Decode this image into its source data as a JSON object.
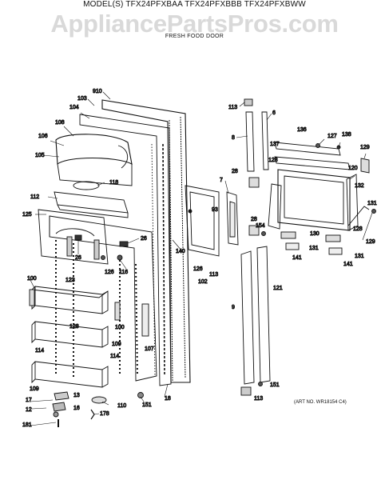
{
  "header": {
    "models": "MODEL(S) TFX24PFXBAA  TFX24PFXBBB  TFX24PFXBWW",
    "watermark": "AppliancePartsPros.com",
    "section_title": "FRESH FOOD DOOR"
  },
  "art_number": "(ART NO. WR18154 C4)",
  "callouts": [
    {
      "id": "c910",
      "text": "910"
    },
    {
      "id": "c103",
      "text": "103"
    },
    {
      "id": "c104",
      "text": "104"
    },
    {
      "id": "c108",
      "text": "108"
    },
    {
      "id": "c106",
      "text": "106"
    },
    {
      "id": "c105",
      "text": "105"
    },
    {
      "id": "c118",
      "text": "118"
    },
    {
      "id": "c112",
      "text": "112"
    },
    {
      "id": "c125",
      "text": "125"
    },
    {
      "id": "c26a",
      "text": "26"
    },
    {
      "id": "c26b",
      "text": "26"
    },
    {
      "id": "c126a",
      "text": "126"
    },
    {
      "id": "c116",
      "text": "116"
    },
    {
      "id": "c100a",
      "text": "100"
    },
    {
      "id": "c123",
      "text": "123"
    },
    {
      "id": "c128a",
      "text": "128"
    },
    {
      "id": "c100b",
      "text": "100"
    },
    {
      "id": "c109a",
      "text": "109"
    },
    {
      "id": "c114a",
      "text": "114"
    },
    {
      "id": "c114b",
      "text": "114"
    },
    {
      "id": "c107",
      "text": "107"
    },
    {
      "id": "c109b",
      "text": "109"
    },
    {
      "id": "c13",
      "text": "13"
    },
    {
      "id": "c17",
      "text": "17"
    },
    {
      "id": "c16",
      "text": "16"
    },
    {
      "id": "c12",
      "text": "12"
    },
    {
      "id": "c181",
      "text": "181"
    },
    {
      "id": "c110",
      "text": "110"
    },
    {
      "id": "c178",
      "text": "178"
    },
    {
      "id": "c151a",
      "text": "151"
    },
    {
      "id": "c18",
      "text": "18"
    },
    {
      "id": "c140",
      "text": "140"
    },
    {
      "id": "c126b",
      "text": "126"
    },
    {
      "id": "c102",
      "text": "102"
    },
    {
      "id": "c113a",
      "text": "113"
    },
    {
      "id": "c93",
      "text": "93"
    },
    {
      "id": "c7",
      "text": "7"
    },
    {
      "id": "c113b",
      "text": "113"
    },
    {
      "id": "c6",
      "text": "6"
    },
    {
      "id": "c8",
      "text": "8"
    },
    {
      "id": "c28a",
      "text": "28"
    },
    {
      "id": "c28b",
      "text": "28"
    },
    {
      "id": "c154",
      "text": "154"
    },
    {
      "id": "c9",
      "text": "9"
    },
    {
      "id": "c121",
      "text": "121"
    },
    {
      "id": "c151b",
      "text": "151"
    },
    {
      "id": "c113c",
      "text": "113"
    },
    {
      "id": "c136",
      "text": "136"
    },
    {
      "id": "c127",
      "text": "127"
    },
    {
      "id": "c138",
      "text": "138"
    },
    {
      "id": "c137",
      "text": "137"
    },
    {
      "id": "c129a",
      "text": "129"
    },
    {
      "id": "c128b",
      "text": "128"
    },
    {
      "id": "c120",
      "text": "120"
    },
    {
      "id": "c132",
      "text": "132"
    },
    {
      "id": "c131a",
      "text": "131"
    },
    {
      "id": "c128c",
      "text": "128"
    },
    {
      "id": "c129b",
      "text": "129"
    },
    {
      "id": "c130",
      "text": "130"
    },
    {
      "id": "c131b",
      "text": "131"
    },
    {
      "id": "c131c",
      "text": "131"
    },
    {
      "id": "c141a",
      "text": "141"
    },
    {
      "id": "c141b",
      "text": "141"
    }
  ]
}
